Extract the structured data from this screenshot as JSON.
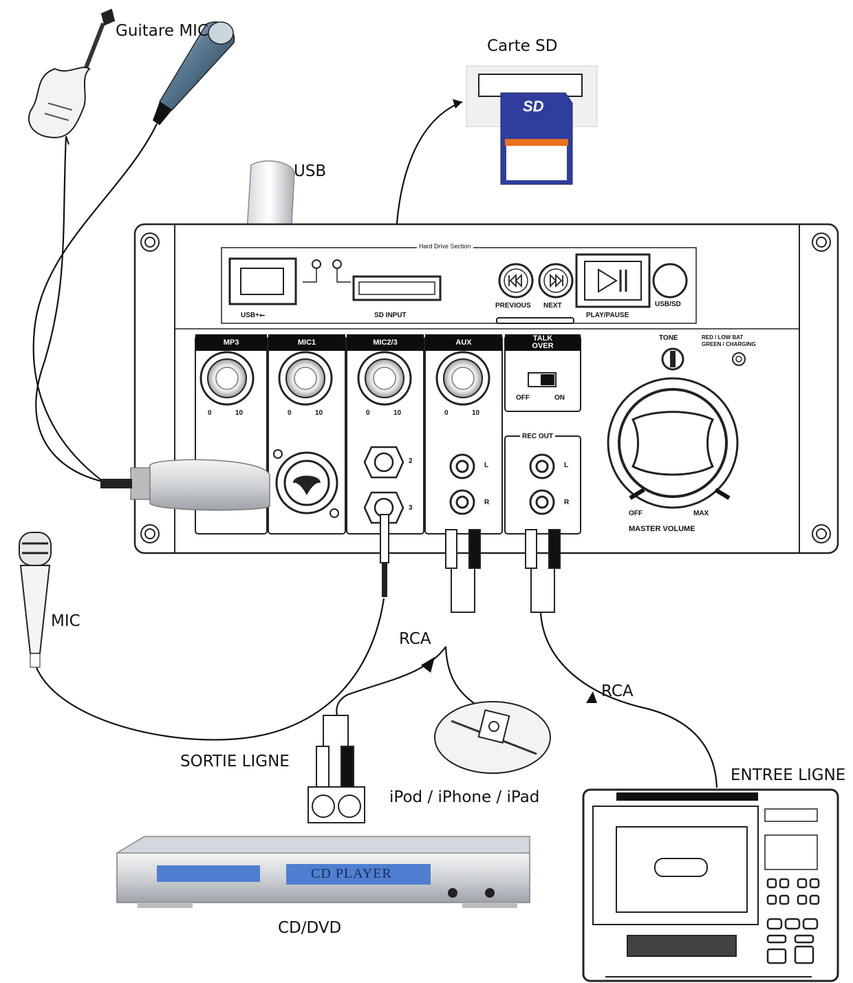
{
  "labels": {
    "guitar_mic": "Guitare  MIC",
    "sd_card": "Carte SD",
    "usb": "USB",
    "mic": "MIC",
    "rca_left": "RCA",
    "rca_right": "RCA",
    "line_out": "SORTIE LIGNE",
    "ipod": "iPod / iPhone / iPad",
    "line_in": "ENTREE LIGNE",
    "cd_dvd": "CD/DVD"
  },
  "panel": {
    "hard_drive_section": "Hard Drive Section",
    "usb_port": "USB+⭠",
    "sd_input": "SD INPUT",
    "previous": "PREVIOUS",
    "next": "NEXT",
    "play_pause": "PLAY/PAUSE",
    "usb_sd": "USB/SD",
    "tone": "TONE",
    "led_line1": "RED / LOW BAT",
    "led_line2": "GREEN / CHARGING",
    "master_off": "OFF",
    "master_max": "MAX",
    "master_volume": "MASTER VOLUME",
    "rec_out": "REC OUT",
    "talk_over": "TALK OVER",
    "off": "OFF",
    "on": "ON",
    "scale_min": "0",
    "scale_max": "10",
    "jack_2": "2",
    "jack_3": "3",
    "left": "L",
    "right": "R"
  },
  "channels": [
    "MP3",
    "MIC1",
    "MIC2/3",
    "AUX"
  ],
  "devices": {
    "cd_player_display": "CD PLAYER"
  },
  "colors": {
    "line": "#111111",
    "sd_card_blue": "#2f3e9e",
    "sd_card_orange": "#e8701e",
    "cd_display_blue": "#4f7fd0",
    "cd_body": "#d3d7de"
  }
}
